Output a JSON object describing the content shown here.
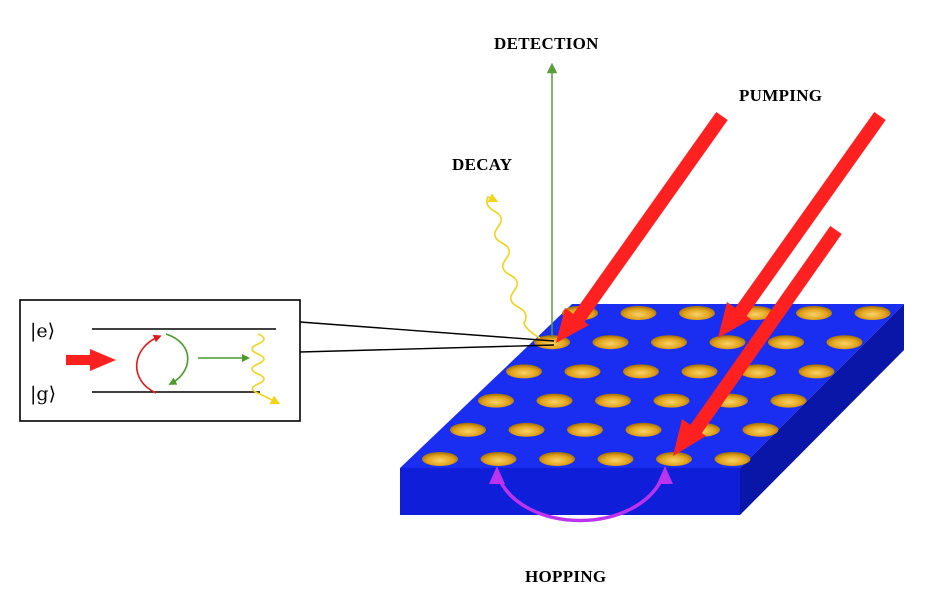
{
  "labels": {
    "detection": "DETECTION",
    "pumping": "PUMPING",
    "decay": "DECAY",
    "hopping": "HOPPING"
  },
  "inset": {
    "excited_state": "|e⟩",
    "ground_state": "|g⟩"
  },
  "lattice": {
    "rows": 6,
    "cols": 6
  },
  "colors": {
    "slab_top": "#1a2ef2",
    "slab_front": "#0f1fd9",
    "slab_side": "#0a16a8",
    "site_fill": "#e2a21c",
    "site_highlight": "#f7d36a",
    "pump": "#ff2020",
    "detection": "#5a9e3c",
    "decay": "#f1d41c",
    "hopping": "#bb33ee",
    "excitation_arrow": "#e01818",
    "relaxation_arrow": "#4a9a2a"
  },
  "icons": [
    "pump-arrow-icon",
    "detection-arrow-icon",
    "decay-wave-icon",
    "hopping-arrow-icon"
  ]
}
